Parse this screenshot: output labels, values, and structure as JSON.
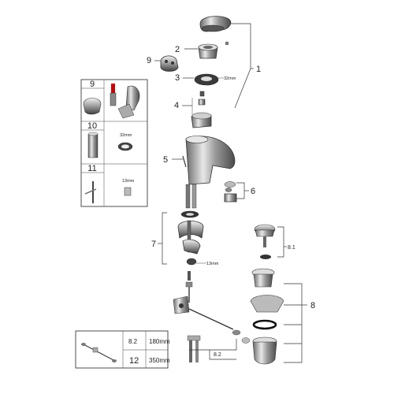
{
  "callouts": {
    "c1": "1",
    "c2": "2",
    "c3": "3",
    "c4": "4",
    "c5": "5",
    "c6": "6",
    "c7": "7",
    "c8": "8",
    "c81": "8.1",
    "c82": "8.2",
    "c9": "9"
  },
  "dimensions": {
    "nut_32": "32mm",
    "nut_13": "13mm"
  },
  "tool_box": {
    "rows": [
      {
        "number": "9"
      },
      {
        "number": "10",
        "size": "32mm"
      },
      {
        "number": "11",
        "size": "13mm"
      }
    ]
  },
  "hose_table": {
    "rows": [
      {
        "part": "8.2",
        "length": "180mm"
      },
      {
        "part": "12",
        "length": "350mm"
      }
    ]
  }
}
